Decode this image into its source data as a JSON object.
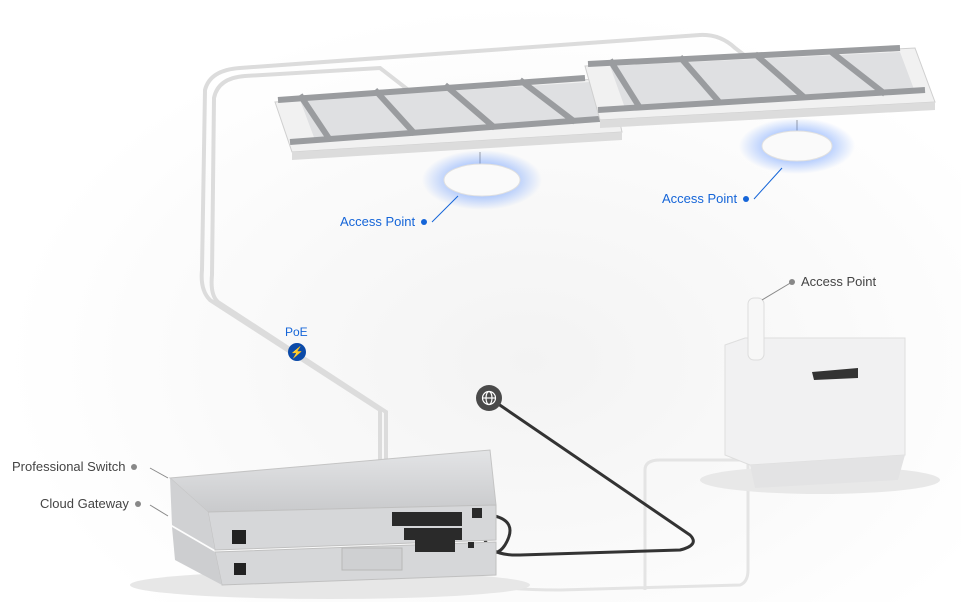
{
  "labels": {
    "access_point_1": "Access Point",
    "access_point_2": "Access Point",
    "access_point_3": "Access Point",
    "poe": "PoE",
    "professional_switch": "Professional Switch",
    "cloud_gateway": "Cloud Gateway"
  },
  "icons": {
    "poe": "lightning-bolt-icon",
    "internet": "globe-icon"
  },
  "colors": {
    "accent_blue": "#1565d8",
    "poe_badge": "#0b4aa8",
    "globe_badge": "#4a4a4a",
    "label_gray": "#444444"
  }
}
